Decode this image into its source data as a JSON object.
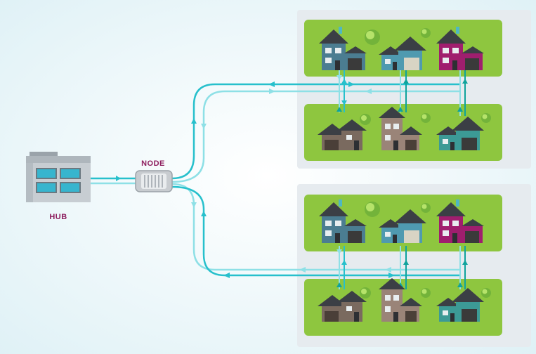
{
  "labels": {
    "hub": "HUB",
    "node": "NODE"
  },
  "colors": {
    "background": "#e8f5f9",
    "panel": "#e6ebef",
    "lawn": "#8ec63f",
    "line": "#27c0cc",
    "line_light": "#8ee0e6",
    "arrow_line": "#0fa39c",
    "hub_body": "#c7cdd2",
    "hub_window": "#37b5ce",
    "node_body": "#c8ccd0",
    "label": "#8d1d5d"
  },
  "icons": {
    "hub": "office-building-icon",
    "node": "network-node-box-icon",
    "house": "house-icon",
    "tree": "tree-icon"
  },
  "neighborhoods": [
    {
      "name": "neighborhood-top",
      "rows": [
        {
          "houses": [
            {
              "style": "two-story",
              "color": "#4b7d91",
              "garage": "#3a3a3a"
            },
            {
              "style": "ranch",
              "color": "#4f9ab0",
              "garage": "#d8d4c4"
            },
            {
              "style": "two-story",
              "color": "#a01e6e",
              "garage": "#3a3a3a"
            }
          ]
        },
        {
          "houses": [
            {
              "style": "cottage",
              "color": "#7a6a5f",
              "garage": "#4a3f38"
            },
            {
              "style": "tall",
              "color": "#9a8478",
              "garage": "#4a3f38"
            },
            {
              "style": "ranch",
              "color": "#3c9a96",
              "garage": "#3a3a3a"
            }
          ]
        }
      ]
    },
    {
      "name": "neighborhood-bottom",
      "rows": [
        {
          "houses": [
            {
              "style": "two-story",
              "color": "#4b7d91",
              "garage": "#3a3a3a"
            },
            {
              "style": "ranch",
              "color": "#4f9ab0",
              "garage": "#d8d4c4"
            },
            {
              "style": "two-story",
              "color": "#a01e6e",
              "garage": "#3a3a3a"
            }
          ]
        },
        {
          "houses": [
            {
              "style": "cottage",
              "color": "#7a6a5f",
              "garage": "#4a3f38"
            },
            {
              "style": "tall",
              "color": "#9a8478",
              "garage": "#4a3f38"
            },
            {
              "style": "ranch",
              "color": "#3c9a96",
              "garage": "#3a3a3a"
            }
          ]
        }
      ]
    }
  ]
}
